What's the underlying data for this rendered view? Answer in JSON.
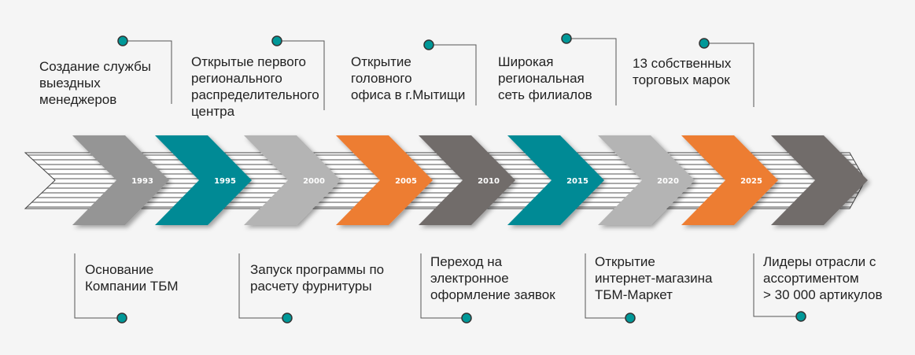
{
  "colors": {
    "teal": "#008a95",
    "orange": "#ed7d31",
    "grey": "#959595",
    "light": "#b4b4b4",
    "dark": "#716c6b",
    "dot": "#009898"
  },
  "chevrons": [
    {
      "year": "1993",
      "color": "#959595"
    },
    {
      "year": "1995",
      "color": "#008a95"
    },
    {
      "year": "2000",
      "color": "#b4b4b4"
    },
    {
      "year": "2005",
      "color": "#ed7d31"
    },
    {
      "year": "2010",
      "color": "#716c6b"
    },
    {
      "year": "2015",
      "color": "#008a95"
    },
    {
      "year": "2020",
      "color": "#b4b4b4"
    },
    {
      "year": "2025",
      "color": "#ed7d31"
    },
    {
      "year": "",
      "color": "#716c6b"
    }
  ],
  "top_events": [
    "Создание службы\nвыездных\nменеджеров",
    "Открытые первого\nрегионального\nраспределительного\nцентра",
    "Открытие\nголовного\nофиса в г.Мытищи",
    "Широкая\nрегиональная\nсеть филиалов",
    "13 собственных\nторговых марок"
  ],
  "bottom_events": [
    "Основание\nКомпании ТБМ",
    "Запуск программы по\nрасчету фурнитуры",
    "Переход на\nэлектронное\nоформление заявок",
    "Открытие\nинтернет-магазина\nТБМ-Маркет",
    "Лидеры отрасли с\nассортиментом\n> 30 000 артикулов"
  ]
}
